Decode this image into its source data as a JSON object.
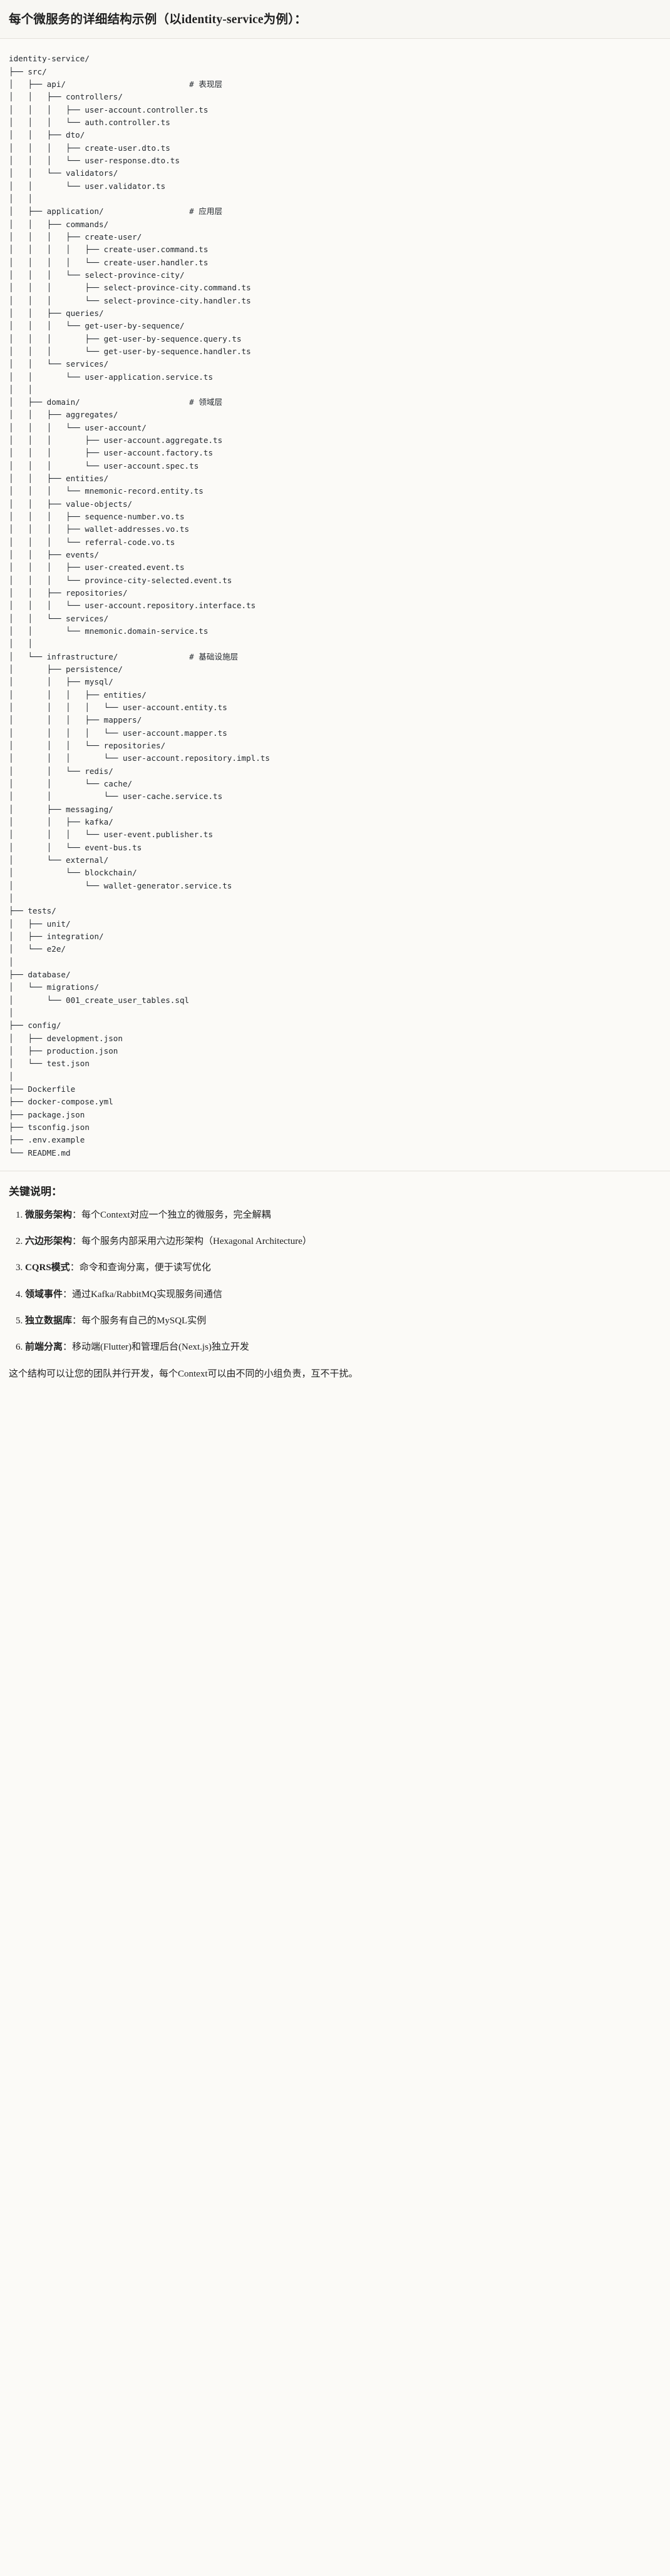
{
  "header": {
    "title": "每个微服务的详细结构示例（以identity-service为例）："
  },
  "tree": {
    "text": "identity-service/\n├── src/\n│   ├── api/                          # 表现层\n│   │   ├── controllers/\n│   │   │   ├── user-account.controller.ts\n│   │   │   └── auth.controller.ts\n│   │   ├── dto/\n│   │   │   ├── create-user.dto.ts\n│   │   │   └── user-response.dto.ts\n│   │   └── validators/\n│   │       └── user.validator.ts\n│   │\n│   ├── application/                  # 应用层\n│   │   ├── commands/\n│   │   │   ├── create-user/\n│   │   │   │   ├── create-user.command.ts\n│   │   │   │   └── create-user.handler.ts\n│   │   │   └── select-province-city/\n│   │   │       ├── select-province-city.command.ts\n│   │   │       └── select-province-city.handler.ts\n│   │   ├── queries/\n│   │   │   └── get-user-by-sequence/\n│   │   │       ├── get-user-by-sequence.query.ts\n│   │   │       └── get-user-by-sequence.handler.ts\n│   │   └── services/\n│   │       └── user-application.service.ts\n│   │\n│   ├── domain/                       # 领域层\n│   │   ├── aggregates/\n│   │   │   └── user-account/\n│   │   │       ├── user-account.aggregate.ts\n│   │   │       ├── user-account.factory.ts\n│   │   │       └── user-account.spec.ts\n│   │   ├── entities/\n│   │   │   └── mnemonic-record.entity.ts\n│   │   ├── value-objects/\n│   │   │   ├── sequence-number.vo.ts\n│   │   │   ├── wallet-addresses.vo.ts\n│   │   │   └── referral-code.vo.ts\n│   │   ├── events/\n│   │   │   ├── user-created.event.ts\n│   │   │   └── province-city-selected.event.ts\n│   │   ├── repositories/\n│   │   │   └── user-account.repository.interface.ts\n│   │   └── services/\n│   │       └── mnemonic.domain-service.ts\n│   │\n│   └── infrastructure/               # 基础设施层\n│       ├── persistence/\n│       │   ├── mysql/\n│       │   │   ├── entities/\n│       │   │   │   └── user-account.entity.ts\n│       │   │   ├── mappers/\n│       │   │   │   └── user-account.mapper.ts\n│       │   │   └── repositories/\n│       │   │       └── user-account.repository.impl.ts\n│       │   └── redis/\n│       │       └── cache/\n│       │           └── user-cache.service.ts\n│       ├── messaging/\n│       │   ├── kafka/\n│       │   │   └── user-event.publisher.ts\n│       │   └── event-bus.ts\n│       └── external/\n│           └── blockchain/\n│               └── wallet-generator.service.ts\n│\n├── tests/\n│   ├── unit/\n│   ├── integration/\n│   └── e2e/\n│\n├── database/\n│   └── migrations/\n│       └── 001_create_user_tables.sql\n│\n├── config/\n│   ├── development.json\n│   ├── production.json\n│   └── test.json\n│\n├── Dockerfile\n├── docker-compose.yml\n├── package.json\n├── tsconfig.json\n├── .env.example\n└── README.md"
  },
  "notes": {
    "title": "关键说明：",
    "items": [
      {
        "term": "微服务架构",
        "desc": "：每个Context对应一个独立的微服务，完全解耦"
      },
      {
        "term": "六边形架构",
        "desc": "：每个服务内部采用六边形架构（Hexagonal Architecture）"
      },
      {
        "term": "CQRS模式",
        "desc": "：命令和查询分离，便于读写优化"
      },
      {
        "term": "领域事件",
        "desc": "：通过Kafka/RabbitMQ实现服务间通信"
      },
      {
        "term": "独立数据库",
        "desc": "：每个服务有自己的MySQL实例"
      },
      {
        "term": "前端分离",
        "desc": "：移动端(Flutter)和管理后台(Next.js)独立开发"
      }
    ],
    "closing": "这个结构可以让您的团队并行开发，每个Context可以由不同的小组负责，互不干扰。"
  }
}
